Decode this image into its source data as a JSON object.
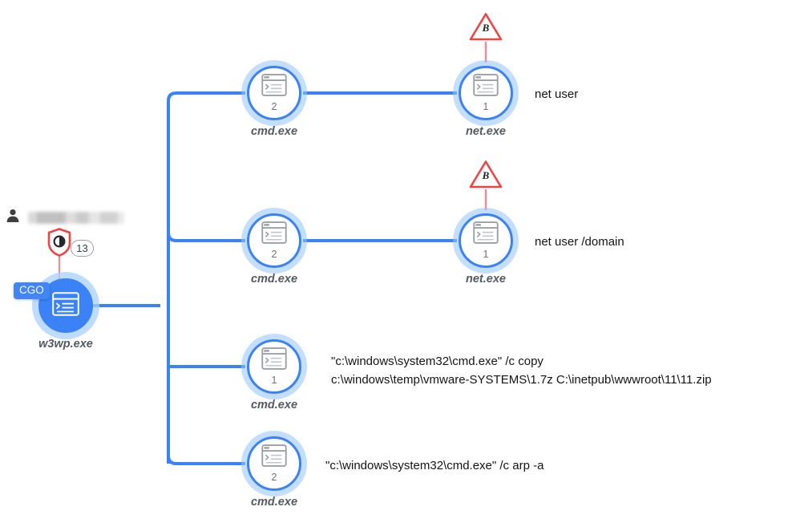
{
  "diagram": {
    "type": "process-tree",
    "accent_color": "#3b82f6",
    "alert_color": "#ef4444",
    "root": {
      "name": "w3wp.exe",
      "icon": "console-window-icon",
      "count": "",
      "tag": "CGO",
      "user_icon": "user-icon",
      "user_name": "",
      "shield_icon": "shield-alert-icon",
      "shield_count": "13"
    },
    "children": [
      {
        "name": "cmd.exe",
        "icon": "console-window-icon",
        "count": "2",
        "command": "",
        "alert": null,
        "child": {
          "name": "net.exe",
          "icon": "console-window-icon",
          "count": "1",
          "command": "net user",
          "alert": {
            "icon": "alert-triangle-icon",
            "letter": "B"
          }
        }
      },
      {
        "name": "cmd.exe",
        "icon": "console-window-icon",
        "count": "2",
        "command": "",
        "alert": null,
        "child": {
          "name": "net.exe",
          "icon": "console-window-icon",
          "count": "1",
          "command": "net user /domain",
          "alert": {
            "icon": "alert-triangle-icon",
            "letter": "B"
          }
        }
      },
      {
        "name": "cmd.exe",
        "icon": "console-window-icon",
        "count": "1",
        "command_line1": "\"c:\\windows\\system32\\cmd.exe\" /c copy",
        "command_line2": "c:\\windows\\temp\\vmware-SYSTEMS\\1.7z C:\\inetpub\\wwwroot\\11\\11.zip",
        "alert": null,
        "child": null
      },
      {
        "name": "cmd.exe",
        "icon": "console-window-icon",
        "count": "2",
        "command": "\"c:\\windows\\system32\\cmd.exe\" /c arp -a",
        "alert": null,
        "child": null
      }
    ]
  }
}
